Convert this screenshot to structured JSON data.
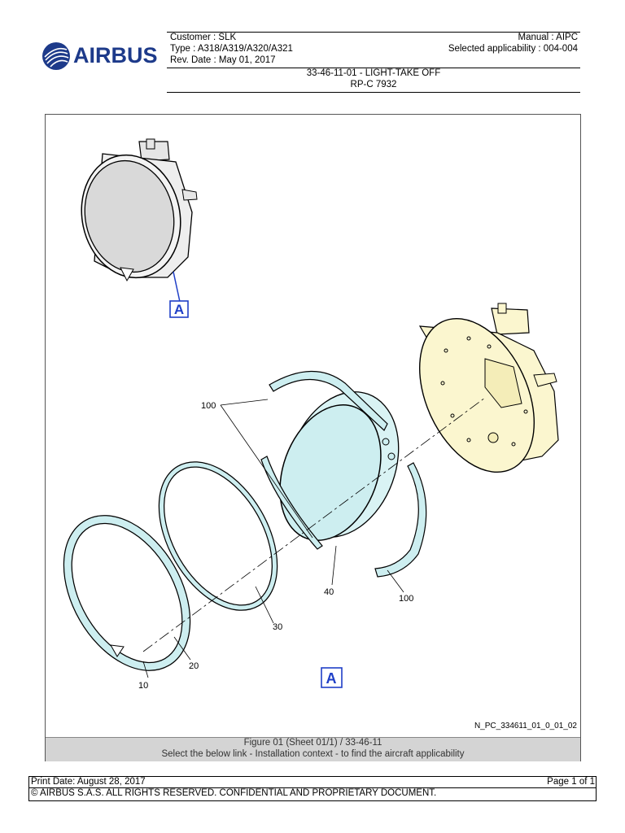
{
  "logo": {
    "text": "AIRBUS"
  },
  "header": {
    "customer": "Customer : SLK",
    "manual": "Manual : AIPC",
    "type": "Type : A318/A319/A320/A321",
    "applicability": "Selected applicability : 004-004",
    "rev_date": "Rev. Date : May 01, 2017",
    "title": "33-46-11-01 - LIGHT-TAKE OFF",
    "registration": "RP-C 7932"
  },
  "figure": {
    "detail_label_top": "A",
    "detail_label_bottom": "A",
    "callouts": {
      "c100_top": "100",
      "c100_bottom": "100",
      "c40": "40",
      "c30": "30",
      "c20": "20",
      "c10": "10"
    },
    "reference": "N_PC_334611_01_0_01_02",
    "caption_line1": "Figure 01 (Sheet 01/1) / 33-46-11",
    "caption_line2": "Select the below link - Installation context - to find the aircraft applicability"
  },
  "footer": {
    "print_date": "Print Date: August 28, 2017",
    "page": "Page 1 of 1",
    "copyright": "© AIRBUS S.A.S. ALL RIGHTS RESERVED. CONFIDENTIAL AND PROPRIETARY DOCUMENT."
  },
  "colors": {
    "logo_blue": "#1d3a8a",
    "part_cyan": "#cdeef0",
    "part_yellow": "#fbf6cf",
    "lamp_gray": "#d9d9d9",
    "detail_blue": "#1f3fc7"
  }
}
